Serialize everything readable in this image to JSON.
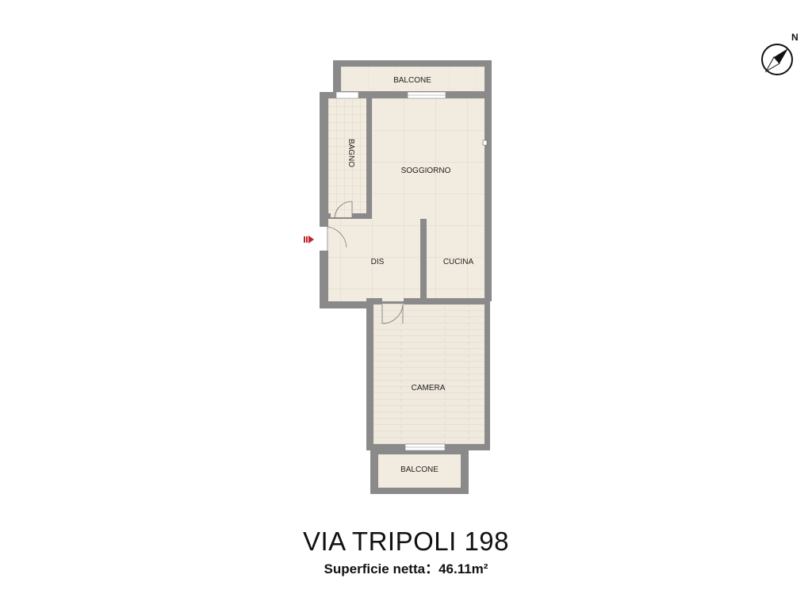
{
  "plan": {
    "title": "VIA TRIPOLI 198",
    "surface_label": "Superficie netta：",
    "surface_value": "46.11m²",
    "rooms": {
      "balcone_top": "BALCONE",
      "bagno": "BAGNO",
      "soggiorno": "SOGGIORNO",
      "dis": "DIS",
      "cucina": "CUCINA",
      "camera": "CAMERA",
      "balcone_bottom": "BALCONE"
    },
    "compass": {
      "north_label": "N",
      "icon": "compass-icon"
    },
    "entrance": {
      "icon": "entrance-arrow-icon",
      "color": "#c0262d"
    },
    "colors": {
      "wall": "#8a8a8a",
      "floor": "#f2ece0",
      "tile_line": "#ddd5c7",
      "parquet": "#efe9de",
      "parquet_line": "#d9d1c2"
    }
  }
}
